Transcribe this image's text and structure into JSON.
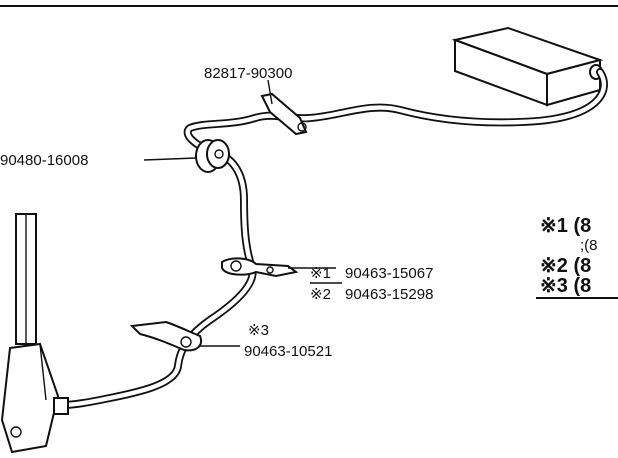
{
  "part_numbers": {
    "bracket": "82817-90300",
    "grommet": "90480-16008",
    "clamp_1": "90463-15067",
    "clamp_2": "90463-15298",
    "clamp_3": "90463-10521"
  },
  "note_marks": {
    "n1": "※1",
    "n2": "※2",
    "n3": "※3"
  },
  "legend_fragments": {
    "r1": "※1 (8",
    "r1b": ";(8",
    "r2": "※2 (8",
    "r3": "※3 (8"
  }
}
